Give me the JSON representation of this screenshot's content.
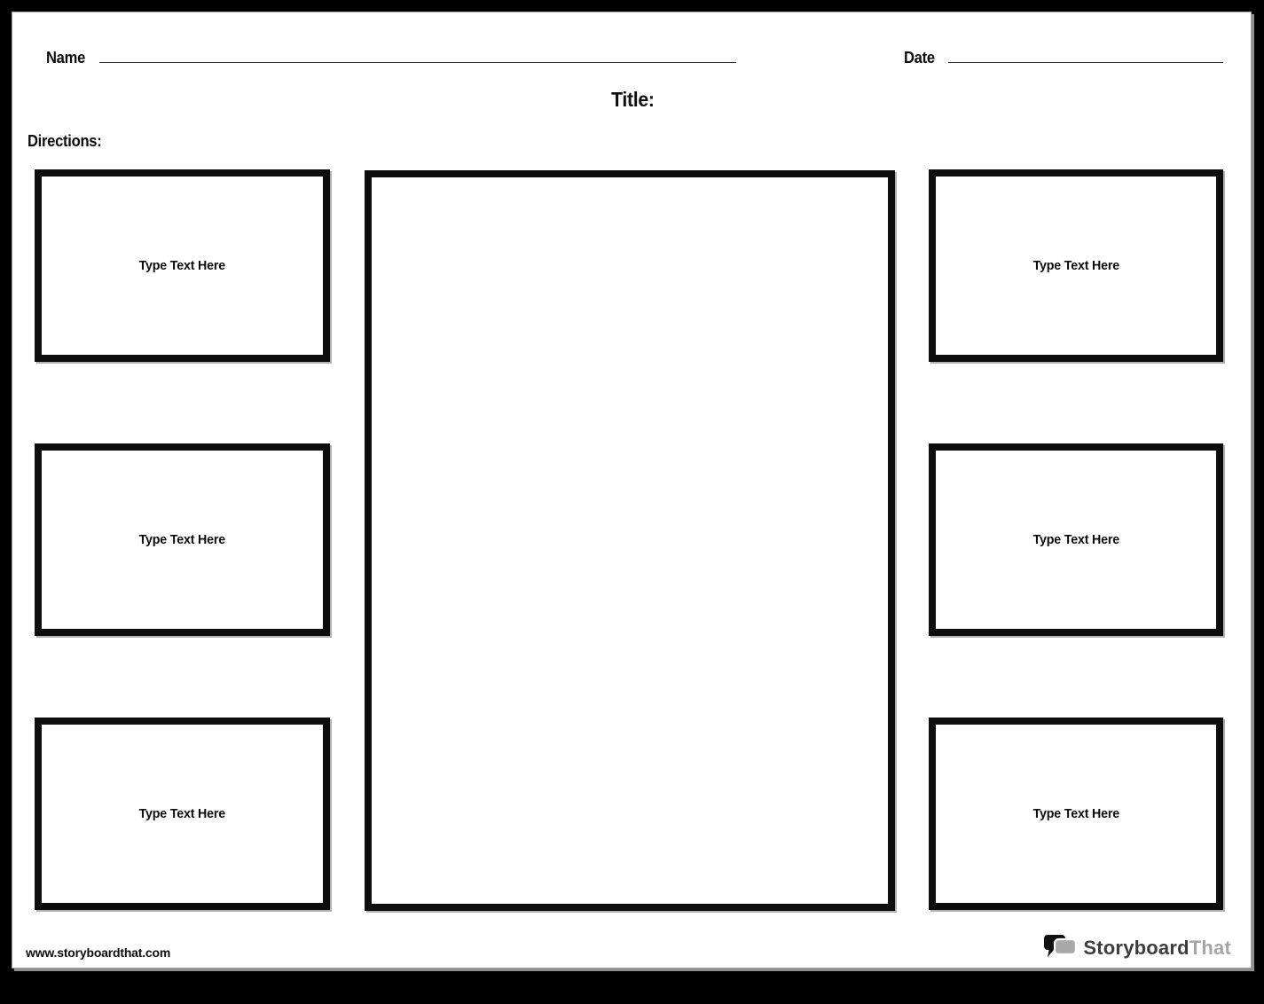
{
  "header": {
    "name_label": "Name",
    "date_label": "Date",
    "title_label": "Title:",
    "directions_label": "Directions:"
  },
  "left_column": {
    "boxes": [
      {
        "text": "Type Text Here"
      },
      {
        "text": "Type Text Here"
      },
      {
        "text": "Type Text Here"
      }
    ]
  },
  "right_column": {
    "boxes": [
      {
        "text": "Type Text Here"
      },
      {
        "text": "Type Text Here"
      },
      {
        "text": "Type Text Here"
      }
    ]
  },
  "footer": {
    "url": "www.storyboardthat.com",
    "logo_text_primary": "Storyboard",
    "logo_text_secondary": "That"
  },
  "colors": {
    "box_border": "#0d0d0d",
    "page_background": "#ffffff",
    "frame_background": "#000000",
    "logo_primary": "#3d3d3d",
    "logo_secondary": "#a6a6a6",
    "logo_bubble_black": "#111111",
    "logo_bubble_gray": "#a9a9a9"
  }
}
